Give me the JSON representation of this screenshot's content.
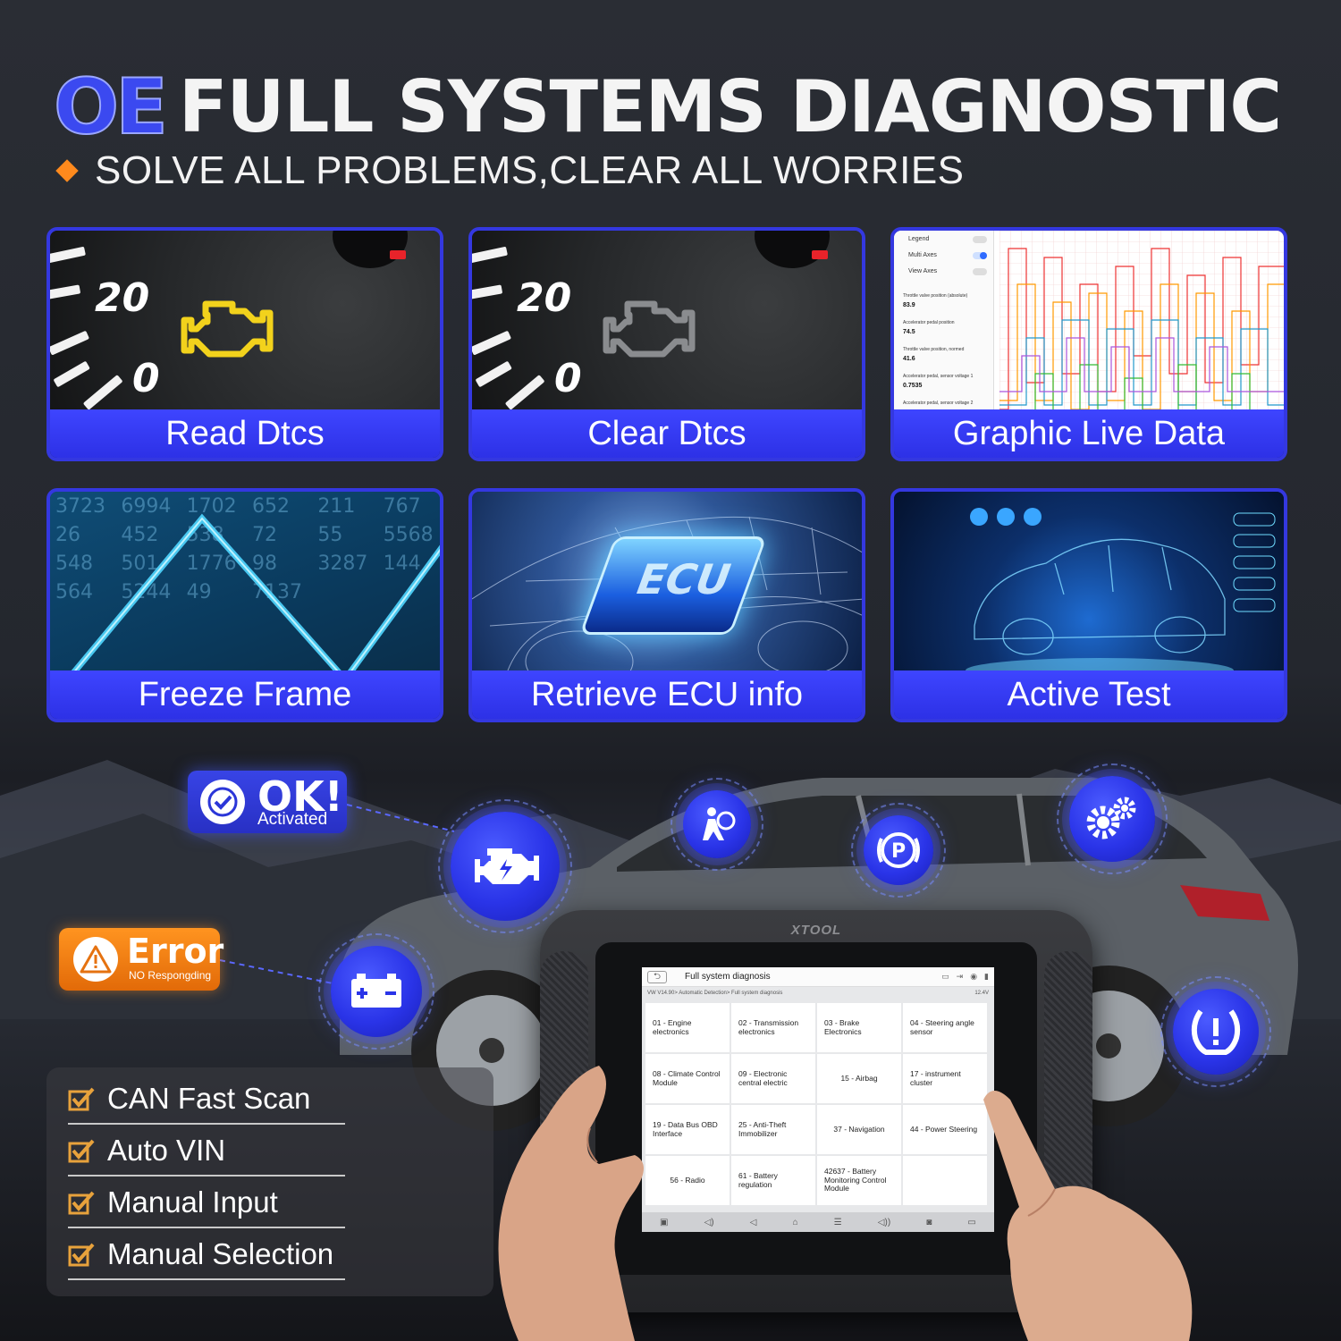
{
  "headline": {
    "oe": "OE",
    "rest": "FULL SYSTEMS DIAGNOSTIC",
    "subtitle": "SOLVE ALL PROBLEMS,CLEAR ALL WORRIES"
  },
  "features": [
    {
      "label": "Read Dtcs"
    },
    {
      "label": "Clear Dtcs"
    },
    {
      "label": "Graphic Live Data"
    },
    {
      "label": "Freeze Frame"
    },
    {
      "label": "Retrieve ECU info"
    },
    {
      "label": "Active Test"
    }
  ],
  "gauge": {
    "n20": "20",
    "n0": "0"
  },
  "live_data": {
    "toggles": [
      "Legend",
      "Multi Axes",
      "View Axes"
    ],
    "pids": [
      {
        "name": "Throttle valve position (absolute)",
        "value": "83.9"
      },
      {
        "name": "Accelerator pedal position",
        "value": "74.5"
      },
      {
        "name": "Throttle valve position, normed",
        "value": "41.6"
      },
      {
        "name": "Accelerator pedal, sensor voltage 1",
        "value": "0.7535"
      },
      {
        "name": "Accelerator pedal, sensor voltage 2",
        "value": ""
      }
    ]
  },
  "freeze_numbers": [
    "3723",
    "6994",
    "1702",
    "652",
    "211",
    "767",
    "26",
    "452",
    "538",
    "72",
    "55",
    "5568",
    "548",
    "501",
    "1776",
    "98",
    "3287",
    "144",
    "564",
    "5244",
    "49",
    "7137"
  ],
  "ecu_chip": "ECU",
  "status": {
    "ok_title": "OK!",
    "ok_sub": "Activated",
    "error_title": "Error",
    "error_sub": "NO Respongding"
  },
  "checklist": [
    "CAN Fast Scan",
    "Auto VIN",
    "Manual Input",
    "Manual Selection"
  ],
  "tablet": {
    "brand": "XTOOL",
    "screen_title": "Full system diagnosis",
    "breadcrumb": "VW V14.90> Automatic Detection> Full system diagnosis",
    "voltage": "12.4V",
    "systems": [
      {
        "label": "01 - Engine electronics",
        "center": false
      },
      {
        "label": "02 - Transmission electronics",
        "center": false
      },
      {
        "label": "03 - Brake Electronics",
        "center": false
      },
      {
        "label": "04 - Steering angle sensor",
        "center": false
      },
      {
        "label": "08 - Climate Control Module",
        "center": false
      },
      {
        "label": "09 - Electronic central electric",
        "center": false
      },
      {
        "label": "15 - Airbag",
        "center": true
      },
      {
        "label": "17 - instrument cluster",
        "center": false
      },
      {
        "label": "19 - Data Bus OBD Interface",
        "center": false
      },
      {
        "label": "25 - Anti-Theft Immobilizer",
        "center": false
      },
      {
        "label": "37 - Navigation",
        "center": true
      },
      {
        "label": "44 - Power Steering",
        "center": false
      },
      {
        "label": "56 - Radio",
        "center": true
      },
      {
        "label": "61 - Battery regulation",
        "center": false
      },
      {
        "label": "42637 - Battery Monitoring Control Module",
        "center": false
      }
    ]
  },
  "colors": {
    "accent_blue": "#3a3ff0",
    "warning_orange": "#ff8a1d",
    "check_amber": "#e8a23c"
  },
  "icons": [
    "engine-icon",
    "airbag-icon",
    "parking-brake-icon",
    "gears-icon",
    "battery-icon",
    "tpms-icon",
    "check-circle-icon",
    "warning-triangle-icon",
    "checkbox-icon"
  ]
}
